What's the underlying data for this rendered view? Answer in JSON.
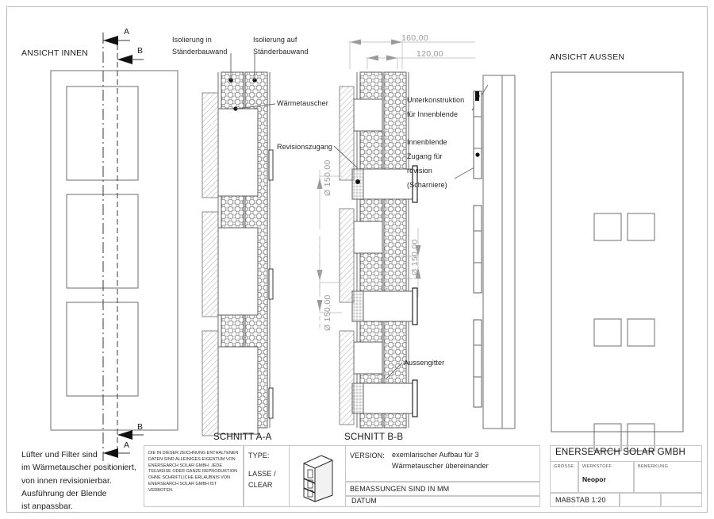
{
  "drawing": {
    "views": {
      "inner": {
        "title": "ANSICHT INNEN"
      },
      "outer": {
        "title": "ANSICHT AUSSEN"
      },
      "section_aa": {
        "title": "SCHNITT A-A"
      },
      "section_bb": {
        "title": "SCHNITT B-B"
      }
    },
    "section_markers": {
      "a_top": "A",
      "b_top": "B",
      "a_bottom": "A",
      "b_bottom": "B"
    },
    "callouts": {
      "isolierung_in": "Isolierung in\nStänderbauwand",
      "isolierung_in_l1": "Isolierung in",
      "isolierung_in_l2": "Ständerbauwand",
      "isolierung_auf_l1": "Isolierung auf",
      "isolierung_auf_l2": "Ständerbauwand",
      "waermetauscher": "Wärmetauscher",
      "revisionszugang": "Revisionszugang",
      "unterkonstruktion_l1": "Unterkonstruktion",
      "unterkonstruktion_l2": "für Innenblende",
      "innenblende_l1": "Innenblende",
      "innenblende_l2": "Zugang für",
      "innenblende_l3": "revision",
      "innenblende_l4": "(Scharniere)",
      "aussengitter": "Aussengitter"
    },
    "dimensions": {
      "width_outer": "160,00",
      "width_inner": "120,00",
      "dia_1": "Ø 150,00",
      "dia_2": "Ø 150,00",
      "dia_3": "Ø 150,00"
    },
    "left_note": {
      "l1": "Lüfter und Filter sind",
      "l2": "im Wärmetauscher positioniert,",
      "l3": "von innen revisionierbar.",
      "l4": "Ausführung der Blende",
      "l5": "ist anpassbar."
    }
  },
  "title_block": {
    "legal": "DIE IN DIESER ZEICHNUNG ENTHALTENEN DATEN SIND ALLEINIGES EIGENTUM VON ENERSEARCH SOLAR GMBH.  JEDE TEILWEISE ODER GANZE REPRODUKTION OHNE SCHRIFTLICHE ERLAUBNIS VON ENERSEARCH SOLAR GMBH IST VERBOTEN.",
    "type_label": "TYPE:",
    "type_value_l1": "LASSE /",
    "type_value_l2": "CLEAR",
    "version_label": "VERSION:",
    "version_value_l1": "exemlarischer Aufbau für 3",
    "version_value_l2": "Wärmetauscher übereinander",
    "bemassungen": "BEMASSUNGEN SIND IN MM",
    "datum": "DATUM",
    "company": "ENERSEARCH SOLAR GMBH",
    "groesse_label": "GRÖSSE",
    "werkstoff_label": "WERKSTOFF",
    "bemerkung_label": "BEMERKUNG",
    "werkstoff_value": "Neopor",
    "massstab": "MABSTAB 1:20"
  },
  "colors": {
    "line": "#6e6e6e",
    "dim": "#9a9a9a",
    "text": "#1a1a1a",
    "border": "#b9b9b9"
  }
}
